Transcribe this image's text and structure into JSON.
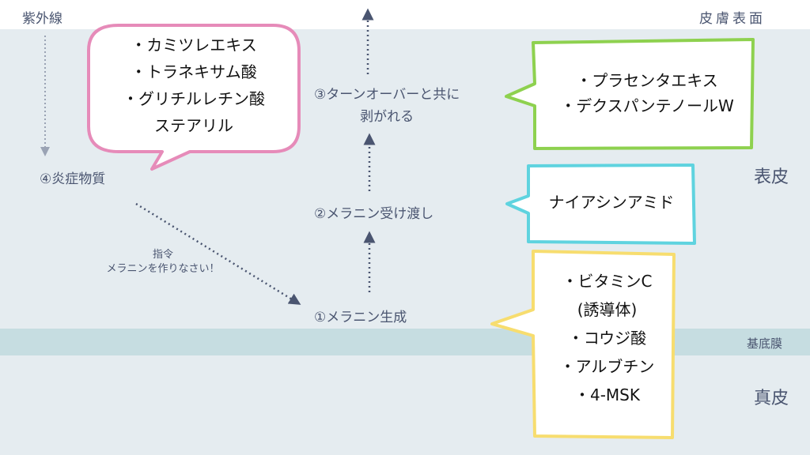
{
  "layers": {
    "uv": "紫外線",
    "skin_surface": "皮膚表面",
    "epidermis": "表皮",
    "basement_membrane": "基底膜",
    "dermis": "真皮"
  },
  "steps": {
    "step1": "①メラニン生成",
    "step2": "②メラニン受け渡し",
    "step3_line1": "③ターンオーバーと共に",
    "step3_line2": "剥がれる",
    "step4": "④炎症物質"
  },
  "command": {
    "line1": "指令",
    "line2": "メラニンを作りなさい！"
  },
  "callouts": {
    "pink": [
      "・カミツレエキス",
      "・トラネキサム酸",
      "・グリチルレチン酸",
      "ステアリル"
    ],
    "green": [
      "・プラセンタエキス",
      "・デクスパンテノールW"
    ],
    "cyan": [
      "ナイアシンアミド"
    ],
    "yellow": [
      "・ビタミンC",
      "(誘導体)",
      "・コウジ酸",
      "・アルブチン",
      "・4-MSK"
    ]
  },
  "colors": {
    "pink": "#e68bb9",
    "green": "#8ed14f",
    "cyan": "#5fd3df",
    "yellow": "#f7dd6f",
    "band": "#e5ecf0",
    "basement": "#c6dde1",
    "arrow": "#4a5570"
  }
}
